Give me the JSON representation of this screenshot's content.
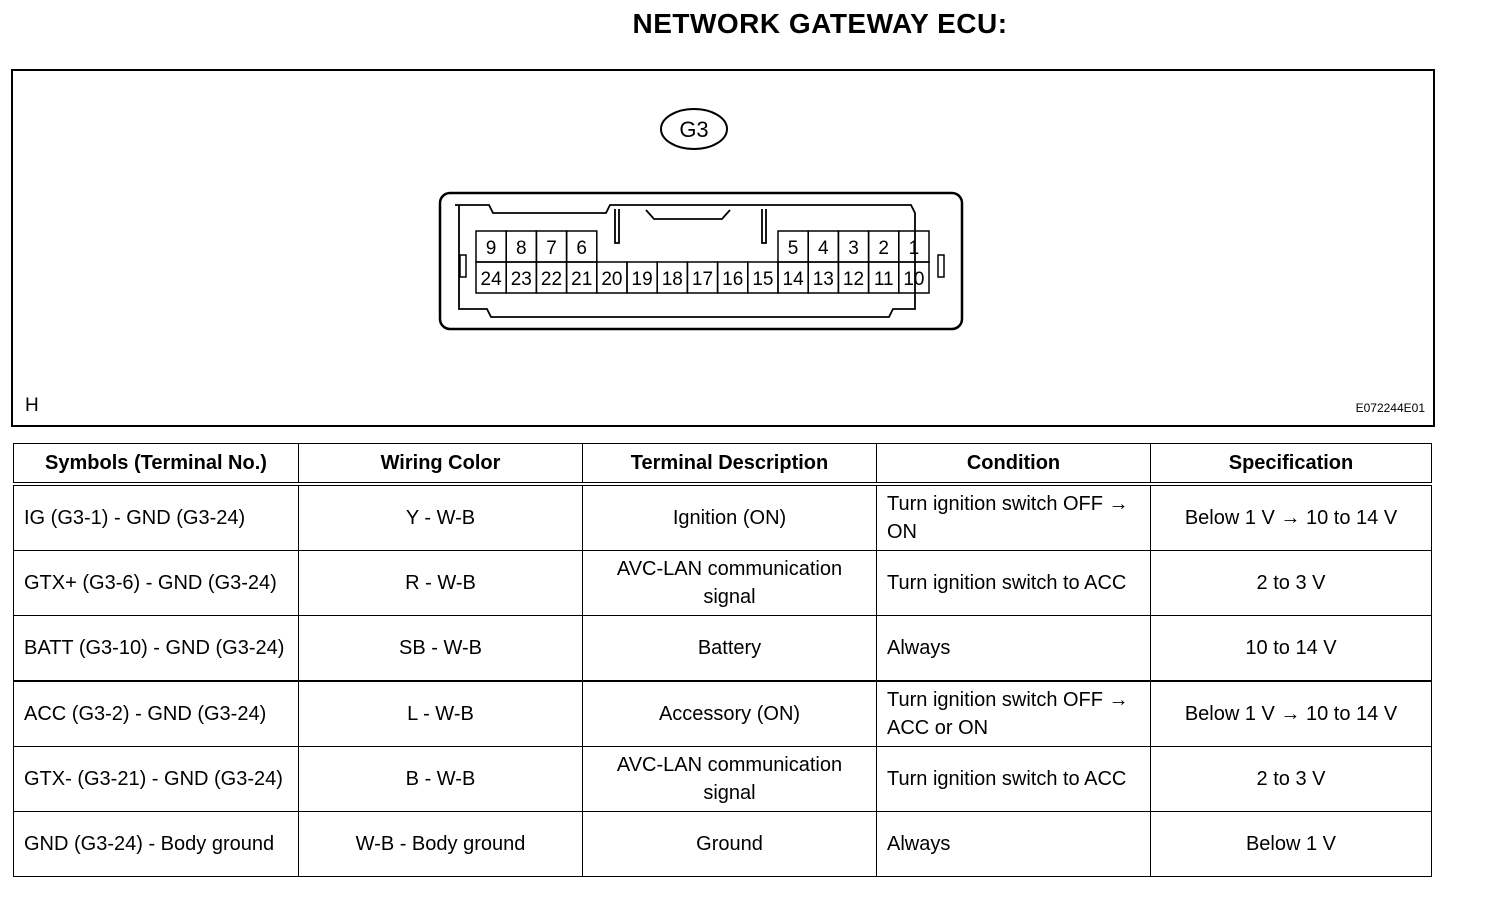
{
  "title": "NETWORK GATEWAY ECU:",
  "connector": {
    "label": "G3",
    "top_row": [
      "9",
      "8",
      "7",
      "6",
      "5",
      "4",
      "3",
      "2",
      "1"
    ],
    "bottom_row": [
      "24",
      "23",
      "22",
      "21",
      "20",
      "19",
      "18",
      "17",
      "16",
      "15",
      "14",
      "13",
      "12",
      "11",
      "10"
    ]
  },
  "corner_letter": "H",
  "figure_id": "E072244E01",
  "table": {
    "headers": [
      "Symbols (Terminal No.)",
      "Wiring Color",
      "Terminal Description",
      "Condition",
      "Specification"
    ],
    "rows": [
      {
        "symbol": "IG (G3-1) - GND (G3-24)",
        "color": "Y - W-B",
        "description": "Ignition (ON)",
        "condition": "Turn ignition switch OFF → ON",
        "spec": "Below 1 V → 10 to 14 V"
      },
      {
        "symbol": "GTX+ (G3-6) - GND (G3-24)",
        "color": "R - W-B",
        "description": "AVC-LAN communication signal",
        "condition": "Turn ignition switch to ACC",
        "spec": "2 to 3 V"
      },
      {
        "symbol": "BATT (G3-10) - GND (G3-24)",
        "color": "SB - W-B",
        "description": "Battery",
        "condition": "Always",
        "spec": "10 to 14 V"
      },
      {
        "symbol": "ACC (G3-2) - GND (G3-24)",
        "color": "L - W-B",
        "description": "Accessory (ON)",
        "condition": "Turn ignition switch OFF → ACC or ON",
        "spec": "Below 1 V → 10 to 14 V"
      },
      {
        "symbol": "GTX- (G3-21) - GND (G3-24)",
        "color": "B - W-B",
        "description": "AVC-LAN communication signal",
        "condition": "Turn ignition switch to ACC",
        "spec": "2 to 3 V"
      },
      {
        "symbol": "GND (G3-24) - Body ground",
        "color": "W-B - Body ground",
        "description": "Ground",
        "condition": "Always",
        "spec": "Below 1 V"
      }
    ]
  }
}
